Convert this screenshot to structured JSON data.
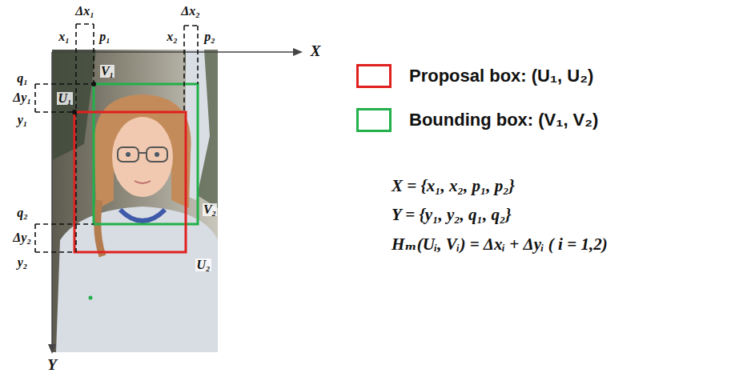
{
  "diagram": {
    "labels": [
      "Δx₁",
      "x₁",
      "p₁",
      "Δx₂",
      "x₂",
      "p₂",
      "X",
      "q₁",
      "Δy₁",
      "U₁",
      "V₁",
      "y₁",
      "q₂",
      "Δy₂",
      "V₂",
      "y₂",
      "U₂",
      "Y",
      "X = {x₁, x₂, p₁, p₂}",
      "Y = {y₁, y₂, q₁, q₂}",
      "Hₘ(Uᵢ, Vᵢ) = Δxᵢ + Δyᵢ ( i = 1,2)"
    ],
    "legend": [
      {
        "text": "Proposal box: (U₁, U₂)",
        "color": "#e0201e"
      },
      {
        "text": "Bounding box: (V₁, V₂)",
        "color": "#22b04a"
      }
    ]
  }
}
